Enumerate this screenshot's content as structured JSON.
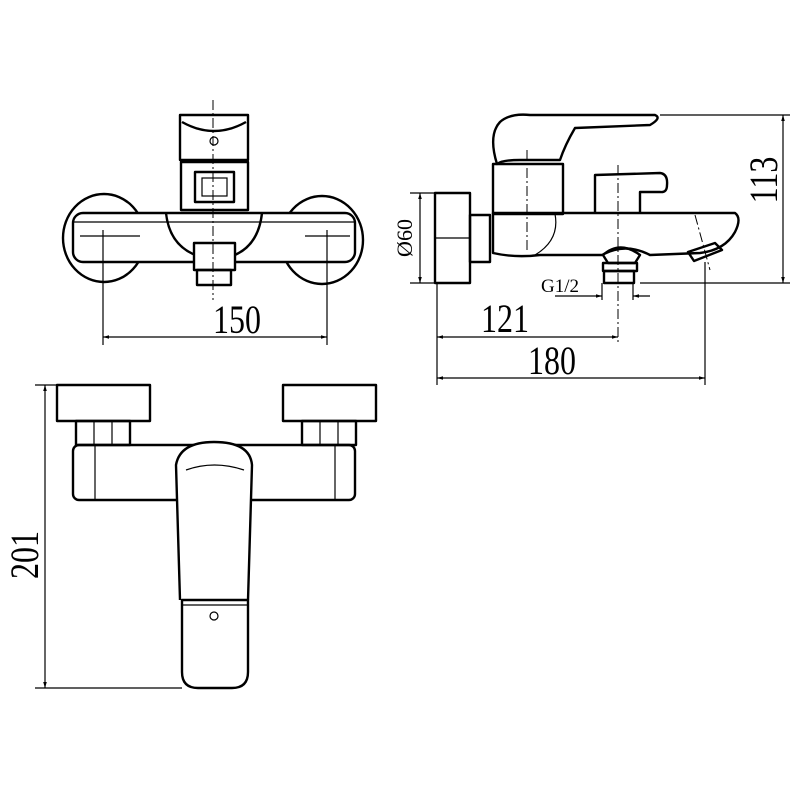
{
  "title": "Bath mixer dimension drawing",
  "dimensions": {
    "front_width": "150",
    "side_height": "113",
    "escutcheon_diameter": "Ø60",
    "outlet_thread": "G1/2",
    "outlet_distance": "121",
    "total_depth": "180",
    "top_height": "201"
  },
  "colors": {
    "line": "#000000",
    "background": "#ffffff"
  }
}
